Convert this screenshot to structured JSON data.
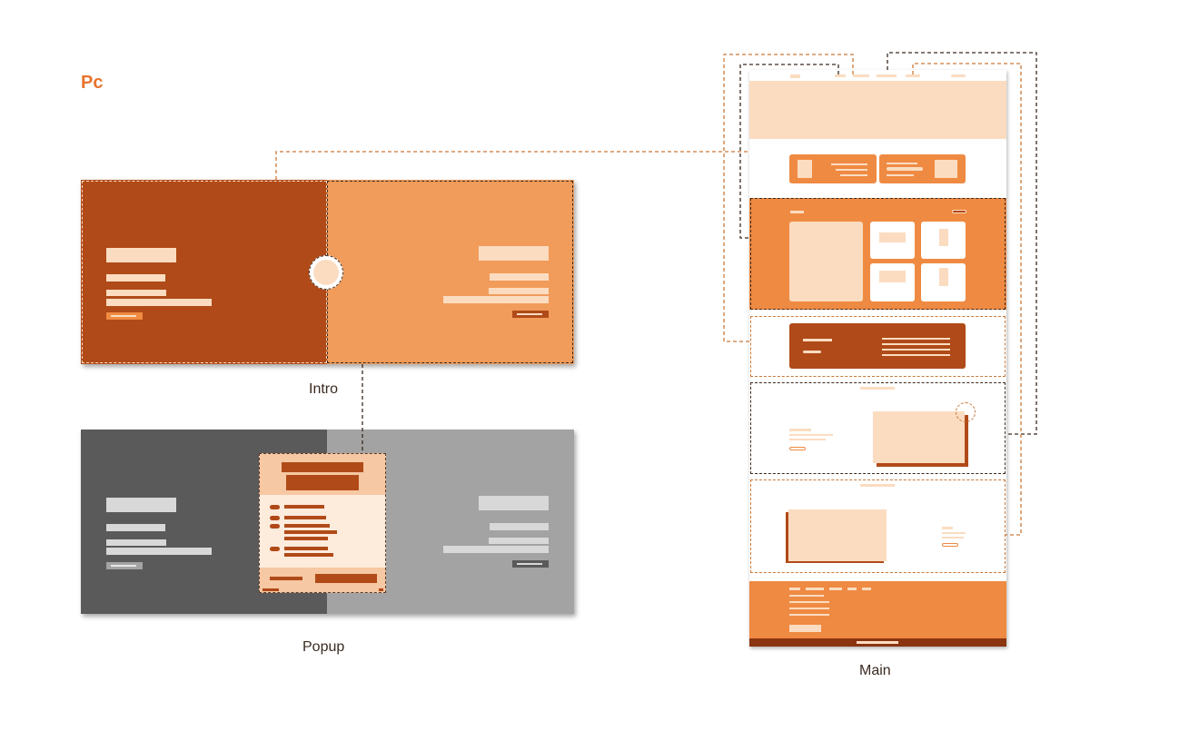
{
  "heading": "Pc",
  "captions": {
    "intro": "Intro",
    "popup": "Popup",
    "main": "Main"
  },
  "colors": {
    "rust": "#b04a18",
    "orange": "#ef8a42",
    "light_orange": "#f19c5a",
    "peach": "#fbdcc1",
    "cream": "#fdebdc",
    "dark_gray": "#5a5a5a",
    "mid_gray": "#a3a3a3",
    "connector_orange": "#c9793a",
    "connector_dark": "#3a2a20"
  }
}
